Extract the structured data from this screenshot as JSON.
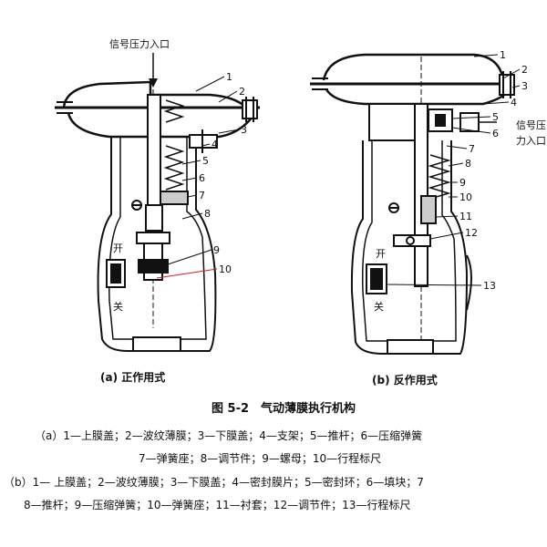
{
  "left": {
    "input_label": "信号压力入口",
    "switch_top": "开",
    "switch_bottom": "关",
    "caption": "(a) 正作用式",
    "numbers": [
      "1",
      "2",
      "3",
      "4",
      "5",
      "6",
      "7",
      "8",
      "9",
      "10"
    ]
  },
  "right": {
    "input_label_line1": "信号压",
    "input_label_line2": "力入口",
    "switch_top": "开",
    "switch_bottom": "关",
    "caption": "(b) 反作用式",
    "numbers": [
      "1",
      "2",
      "3",
      "4",
      "5",
      "6",
      "7",
      "8",
      "9",
      "10",
      "11",
      "12",
      "13"
    ]
  },
  "figure_title": "图 5-2　气动薄膜执行机构",
  "legend": {
    "a_line1": "（a）1—上膜盖；2—波纹薄膜；3—下膜盖；4—支架；5—推杆；6—压缩弹簧",
    "a_line2": "7—弹簧座；8—调节件；9—螺母；10—行程标尺",
    "b_line1": "（b）1— 上膜盖；2—波纹薄膜；3—下膜盖；4—密封膜片；5—密封环；6—填块；7",
    "b_line2": "8—推杆；9—压缩弹簧；10—弹簧座；11—衬套；12—调节件；13—行程标尺"
  },
  "colors": {
    "ink": "#111111",
    "red_leader": "#cc2222",
    "body_shade": "#d8d8d8"
  }
}
